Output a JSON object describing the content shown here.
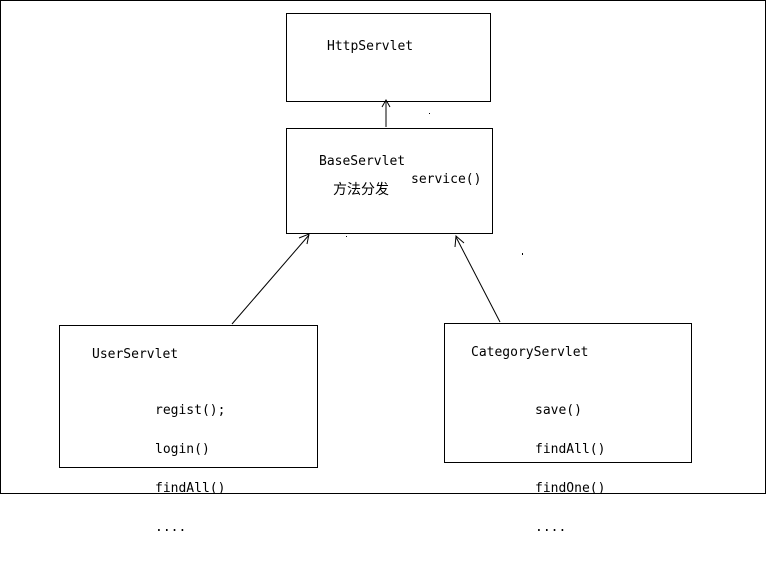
{
  "boxes": {
    "http_servlet": {
      "name": "HttpServlet"
    },
    "base_servlet": {
      "name": "BaseServlet",
      "note": "方法分发",
      "method": "service()"
    },
    "user_servlet": {
      "name": "UserServlet",
      "methods": [
        "regist();",
        "login()",
        "findAll()",
        "...."
      ]
    },
    "category_servlet": {
      "name": "CategoryServlet",
      "methods": [
        "save()",
        "findAll()",
        "findOne()",
        "...."
      ]
    }
  },
  "relations": [
    {
      "from": "BaseServlet",
      "to": "HttpServlet"
    },
    {
      "from": "UserServlet",
      "to": "BaseServlet"
    },
    {
      "from": "CategoryServlet",
      "to": "BaseServlet"
    }
  ]
}
